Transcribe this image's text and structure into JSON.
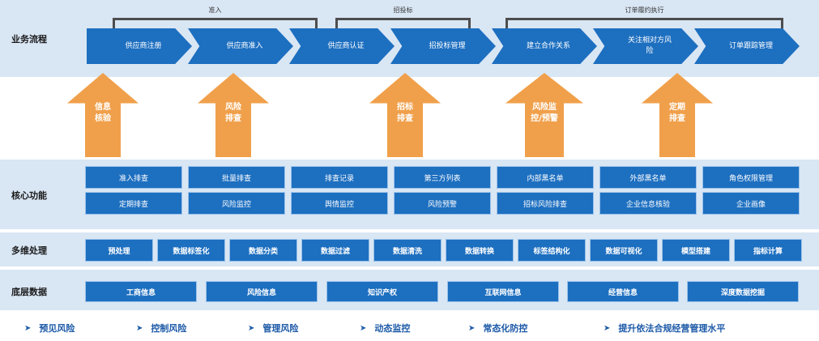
{
  "rows": {
    "flow": "业务流程",
    "core": "核心功能",
    "multi": "多维处理",
    "base": "底层数据"
  },
  "brackets": [
    "准入",
    "招投标",
    "订单履约执行"
  ],
  "flow_steps": [
    "供应商注册",
    "供应商准入",
    "供应商认证",
    "招投标管理",
    "建立合作关系",
    "关注相对方风险",
    "订单跟踪管理"
  ],
  "up_arrows": [
    "信息核验",
    "风险排查",
    "招标排查",
    "风险监控/预警",
    "定期排查"
  ],
  "core_top": [
    "准入排查",
    "批量排查",
    "排查记录",
    "第三方列表",
    "内部黑名单",
    "外部黑名单",
    "角色权限管理"
  ],
  "core_bottom": [
    "定期排查",
    "风险监控",
    "舆情监控",
    "风险预警",
    "招标风险排查",
    "企业信息核验",
    "企业画像"
  ],
  "multi": [
    "预处理",
    "数据标签化",
    "数据分类",
    "数据过滤",
    "数据清洗",
    "数据转换",
    "标签结构化",
    "数据可视化",
    "模型搭建",
    "指标计算"
  ],
  "base": [
    "工商信息",
    "风险信息",
    "知识产权",
    "互联网信息",
    "经营信息",
    "深度数据挖掘"
  ],
  "goals": [
    "预见风险",
    "控制风险",
    "管理风险",
    "动态监控",
    "常态化防控",
    "提升依法合规经营管理水平"
  ]
}
